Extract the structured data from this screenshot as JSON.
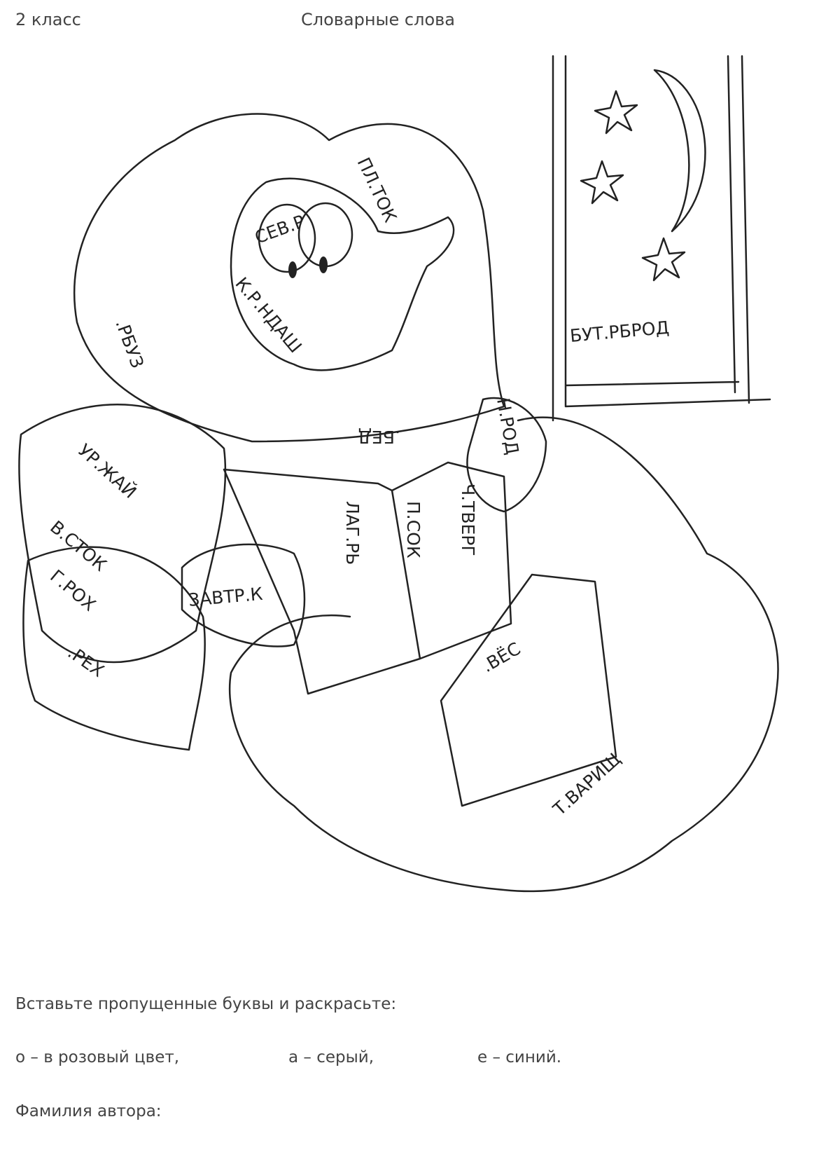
{
  "header": {
    "grade": "2 класс",
    "title": "Словарные слова"
  },
  "picture_words": [
    "ПЛ.ТОК",
    "СЕВ.Р",
    "К.Р.НДАШ",
    ".РБУЗ",
    "БУТ.РБРОД",
    ".БЕД",
    "Н.РОД",
    "УР.ЖАЙ",
    "В.СТОК",
    "Г.РОХ",
    ".РЕХ",
    "ЛАГ.РЬ",
    "П.СОК",
    "Ч.ТВЕРГ",
    "ЗАВТР.К",
    ".ВЁС",
    "Т.ВАРИЩ"
  ],
  "instructions": {
    "line1": "Вставьте пропущенные буквы и раскрасьте:",
    "o_rule": "о – в розовый цвет,",
    "a_rule": "а – серый,",
    "e_rule": "е – синий.",
    "author": "Фамилия автора:"
  }
}
